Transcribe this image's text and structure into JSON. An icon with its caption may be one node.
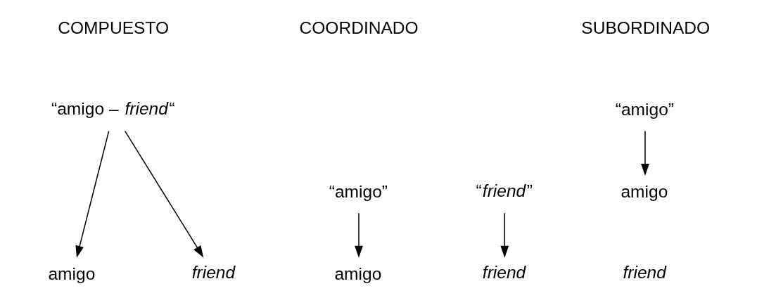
{
  "diagram": {
    "nodes": [
      {
        "text": [
          "“amigo – *friend*“"
        ]
      },
      {
        "text": [
          "amigo"
        ]
      },
      {
        "text": [
          "friend"
        ]
      },
      {
        "text": [
          "“amigo”"
        ]
      },
      {
        "text": [
          "“*friend*”"
        ]
      },
      {
        "text": [
          "amigo"
        ]
      },
      {
        "text": [
          "friend"
        ]
      },
      {
        "text": [
          "“amigo”"
        ]
      },
      {
        "text": [
          "amigo"
        ]
      }
    ],
    "edges": [
      {
        "from": 0,
        "to": 1,
        "arrow": "to"
      },
      {
        "from": 0,
        "to": 2,
        "arrow": "to"
      },
      {
        "from": 3,
        "to": 5,
        "arrow": "to"
      },
      {
        "from": 4,
        "to": 6,
        "arrow": "to"
      },
      {
        "from": 7,
        "to": 8,
        "arrow": "to"
      }
    ],
    "labels": [
      "COMPUESTO",
      "COORDINADO",
      "SUBORDINADO",
      "friend"
    ]
  }
}
